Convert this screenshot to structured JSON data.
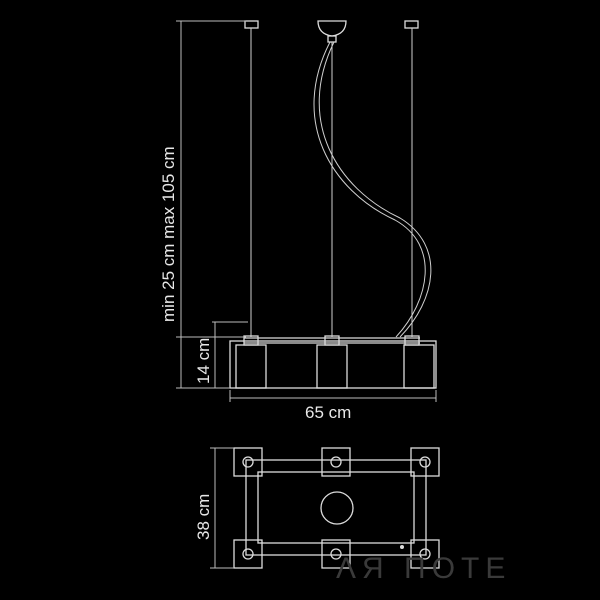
{
  "dimensions": {
    "height_range": "min 25 cm   max 105 cm",
    "body_height": "14 cm",
    "width": "65 cm",
    "depth": "38 cm"
  },
  "watermark": "ΛЯ ΠΟΤΕ",
  "colors": {
    "background": "#000000",
    "lines": "#dcdcdc",
    "text": "#e8e8e8",
    "watermark": "#3a3a3a"
  }
}
